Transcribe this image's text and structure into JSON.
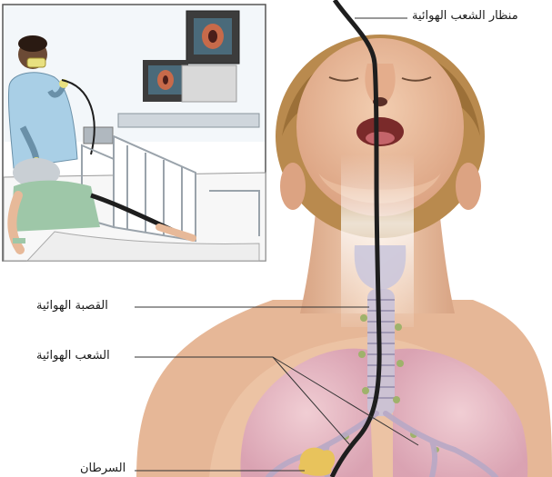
{
  "labels": {
    "bronchoscope": "منظار الشعب الهوائية",
    "trachea": "القصبة الهوائية",
    "bronchi": "الشعب الهوائية",
    "cancer": "السرطان"
  },
  "colors": {
    "skin": "#e9c1a3",
    "skin_shadow": "#d9a585",
    "hair": "#b98a4e",
    "lung": "#e5b9c8",
    "scope": "#1e1e1e",
    "inset_border": "#555555",
    "gown": "#a9cfe6",
    "tumor": "#e8c35c"
  }
}
